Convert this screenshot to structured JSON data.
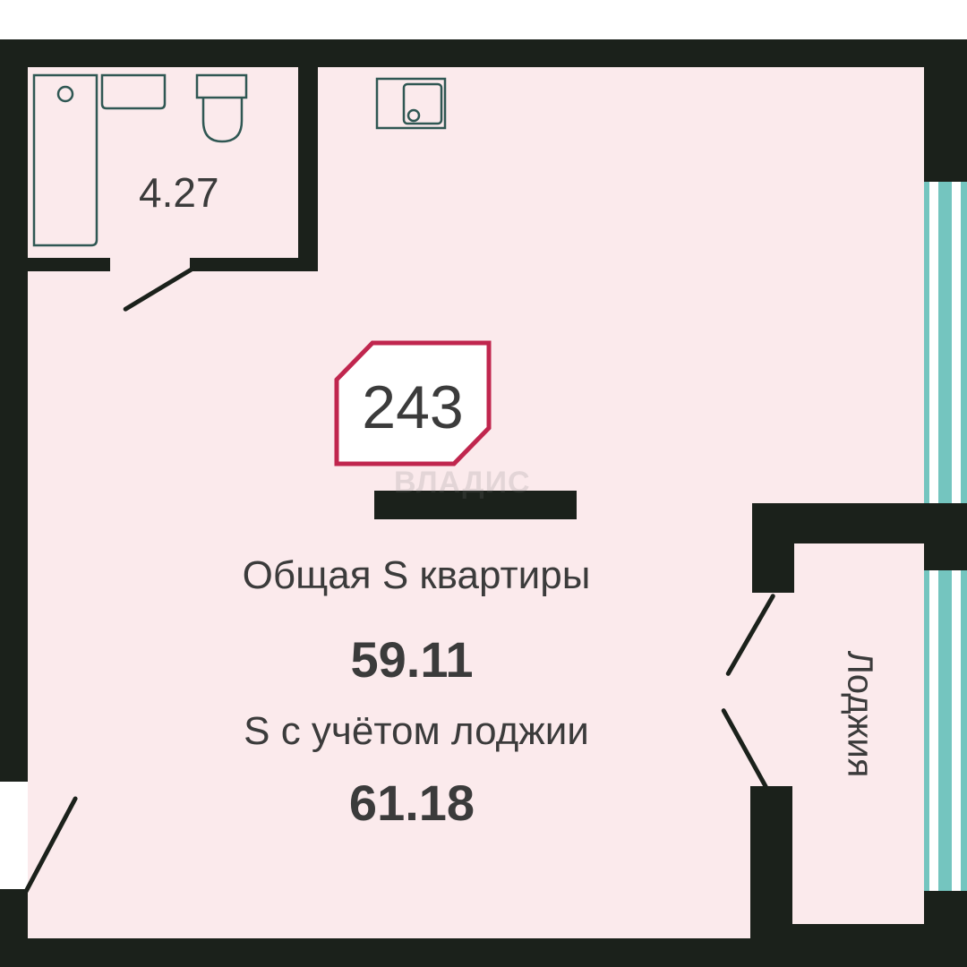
{
  "plan": {
    "apartment_number": "243",
    "bathroom": {
      "area": "4.27"
    },
    "total_area": {
      "label": "Общая S квартиры",
      "value": "59.11"
    },
    "area_with_loggia": {
      "label": "S с учётом лоджии",
      "value": "61.18"
    },
    "loggia": {
      "label": "Лоджия"
    },
    "watermark": "ВЛАДИС",
    "colors": {
      "floor": "#fbeaec",
      "wall": "#1b211b",
      "window": "#74c5bf",
      "fixture_stroke": "#2f5753",
      "badge_border": "#c0264e",
      "text": "#3b3b3b"
    }
  }
}
